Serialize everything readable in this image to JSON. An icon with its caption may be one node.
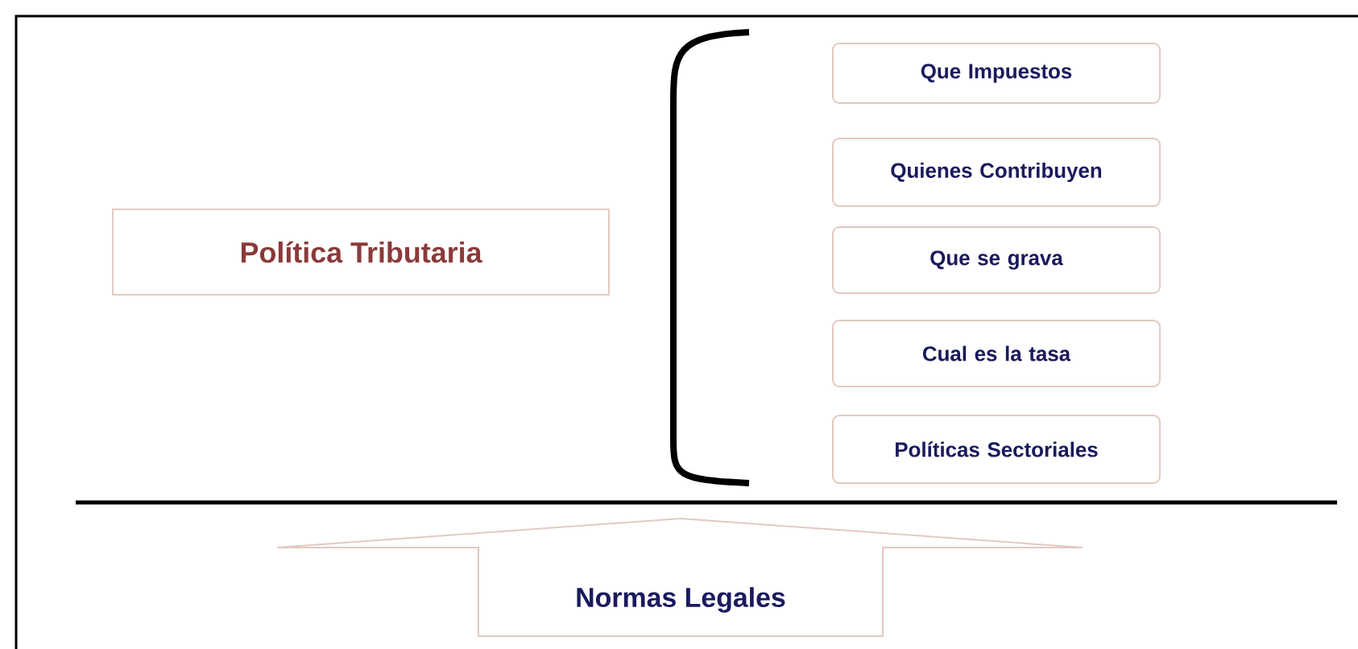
{
  "diagram": {
    "nodes": [
      {
        "text": [
          "Política Tributaria"
        ]
      },
      {
        "text": [
          "Que Impuestos"
        ]
      },
      {
        "text": [
          "Quienes Contribuyen"
        ]
      },
      {
        "text": [
          "Que se grava"
        ]
      },
      {
        "text": [
          "Cual es la tasa"
        ]
      },
      {
        "text": [
          "Políticas Sectoriales"
        ]
      },
      {
        "text": [
          "Normas Legales"
        ]
      }
    ]
  }
}
